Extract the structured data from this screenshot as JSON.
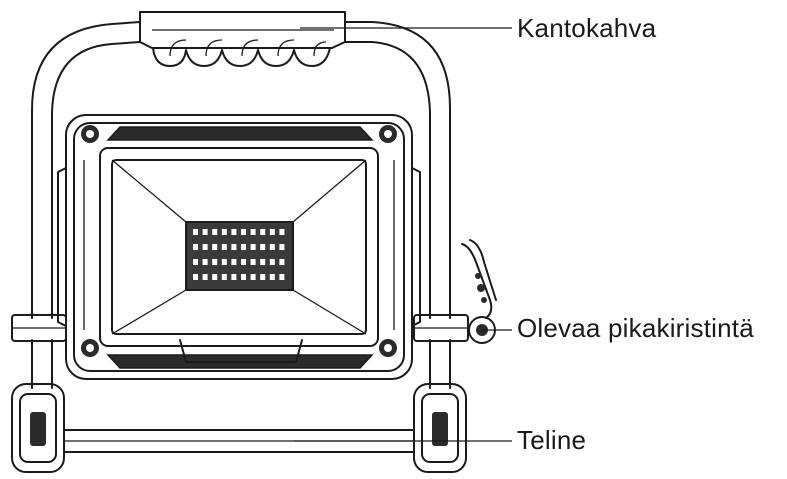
{
  "labels": {
    "handle": "Kantokahva",
    "clamp": "Olevaa pikakiristintä",
    "stand": "Teline"
  },
  "colors": {
    "line": "#1b1b1b",
    "fill_light": "#ffffff",
    "fill_dark": "#2b2b2b",
    "led_panel": "#3a3a3a"
  }
}
